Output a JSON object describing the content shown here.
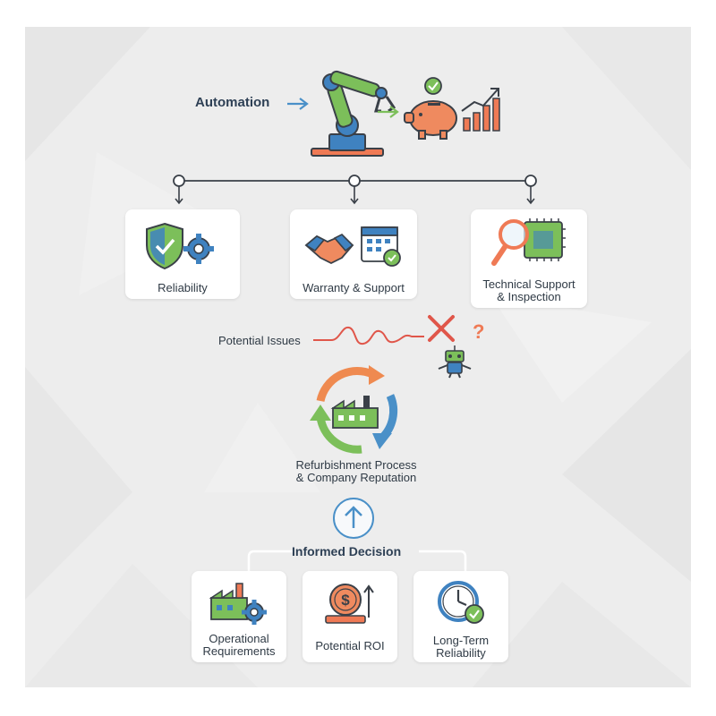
{
  "header": {
    "automation_label": "Automation"
  },
  "top_cards": [
    {
      "label": "Reliability"
    },
    {
      "label": "Warranty & Support"
    },
    {
      "label_line1": "Technical Support",
      "label_line2": "& Inspection"
    }
  ],
  "issues": {
    "label": "Potential Issues",
    "question_mark": "?"
  },
  "process": {
    "label_line1": "Refurbishment Process",
    "label_line2": "& Company Reputation"
  },
  "decision": {
    "label": "Informed Decision"
  },
  "bottom_cards": [
    {
      "label_line1": "Operational",
      "label_line2": "Requirements"
    },
    {
      "label": "Potential ROI"
    },
    {
      "label_line1": "Long-Term",
      "label_line2": "Reliability"
    }
  ],
  "colors": {
    "robot_green": "#7cbf5a",
    "robot_blue": "#3f82c0",
    "accent_orange": "#ef7a55",
    "line_dark": "#3a4048",
    "issue_red": "#e0564a",
    "cycle_blue": "#4a90c8",
    "cycle_orange": "#f08a50",
    "cycle_green": "#7cbf5a"
  },
  "icons": [
    "robot-arm-icon",
    "piggy-bank-icon",
    "growth-chart-icon",
    "shield-gear-icon",
    "handshake-calendar-icon",
    "magnifier-chip-icon",
    "cross-icon",
    "broken-robot-icon",
    "refurbish-cycle-icon",
    "up-arrow-icon",
    "factory-gear-icon",
    "roi-coin-icon",
    "clock-check-icon"
  ]
}
